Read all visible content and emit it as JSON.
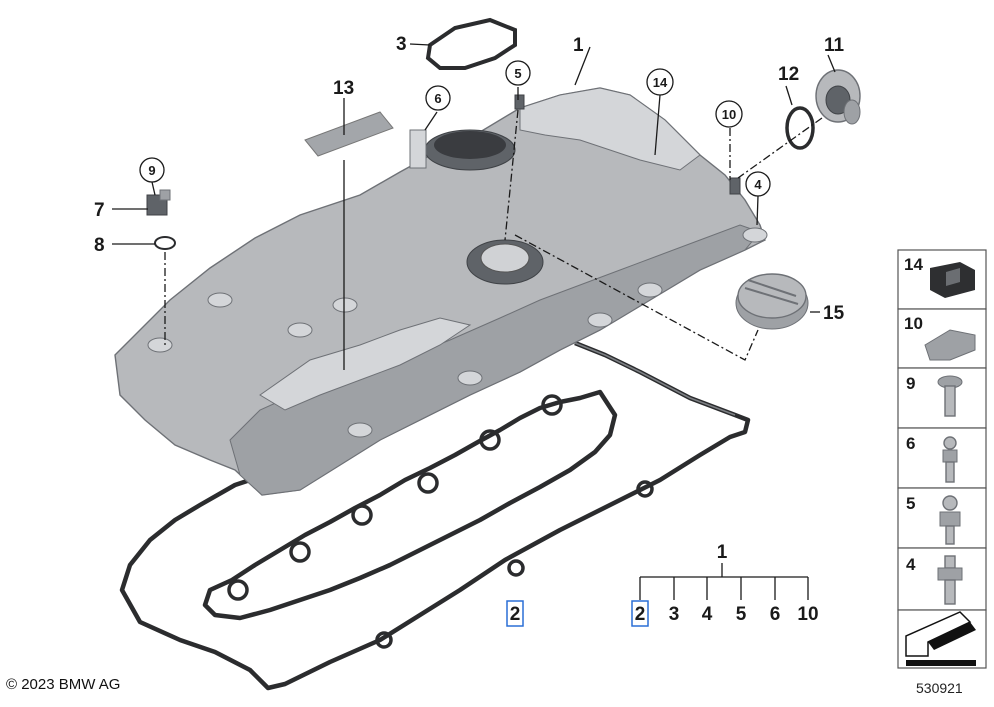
{
  "labels": {
    "p1": "1",
    "p3": "3",
    "p5": "5",
    "p6": "6",
    "p14": "14",
    "p10": "10",
    "p12": "12",
    "p11": "11",
    "p4": "4",
    "p9": "9",
    "p7": "7",
    "p8": "8",
    "p13": "13",
    "p15": "15",
    "p2": "2"
  },
  "kit": {
    "parent": "1",
    "children": [
      "2",
      "3",
      "4",
      "5",
      "6",
      "10"
    ]
  },
  "side_panel": [
    "14",
    "10",
    "9",
    "6",
    "5",
    "4"
  ],
  "copyright": "© 2023 BMW AG",
  "doc_number": "530921",
  "colors": {
    "highlight": "#2a6fd6",
    "part_grey": "#b7b9bc",
    "gasket": "#2b2c2e"
  },
  "icons": [
    "valve-cover",
    "gasket",
    "oil-filler-cap",
    "arrow-icon"
  ]
}
